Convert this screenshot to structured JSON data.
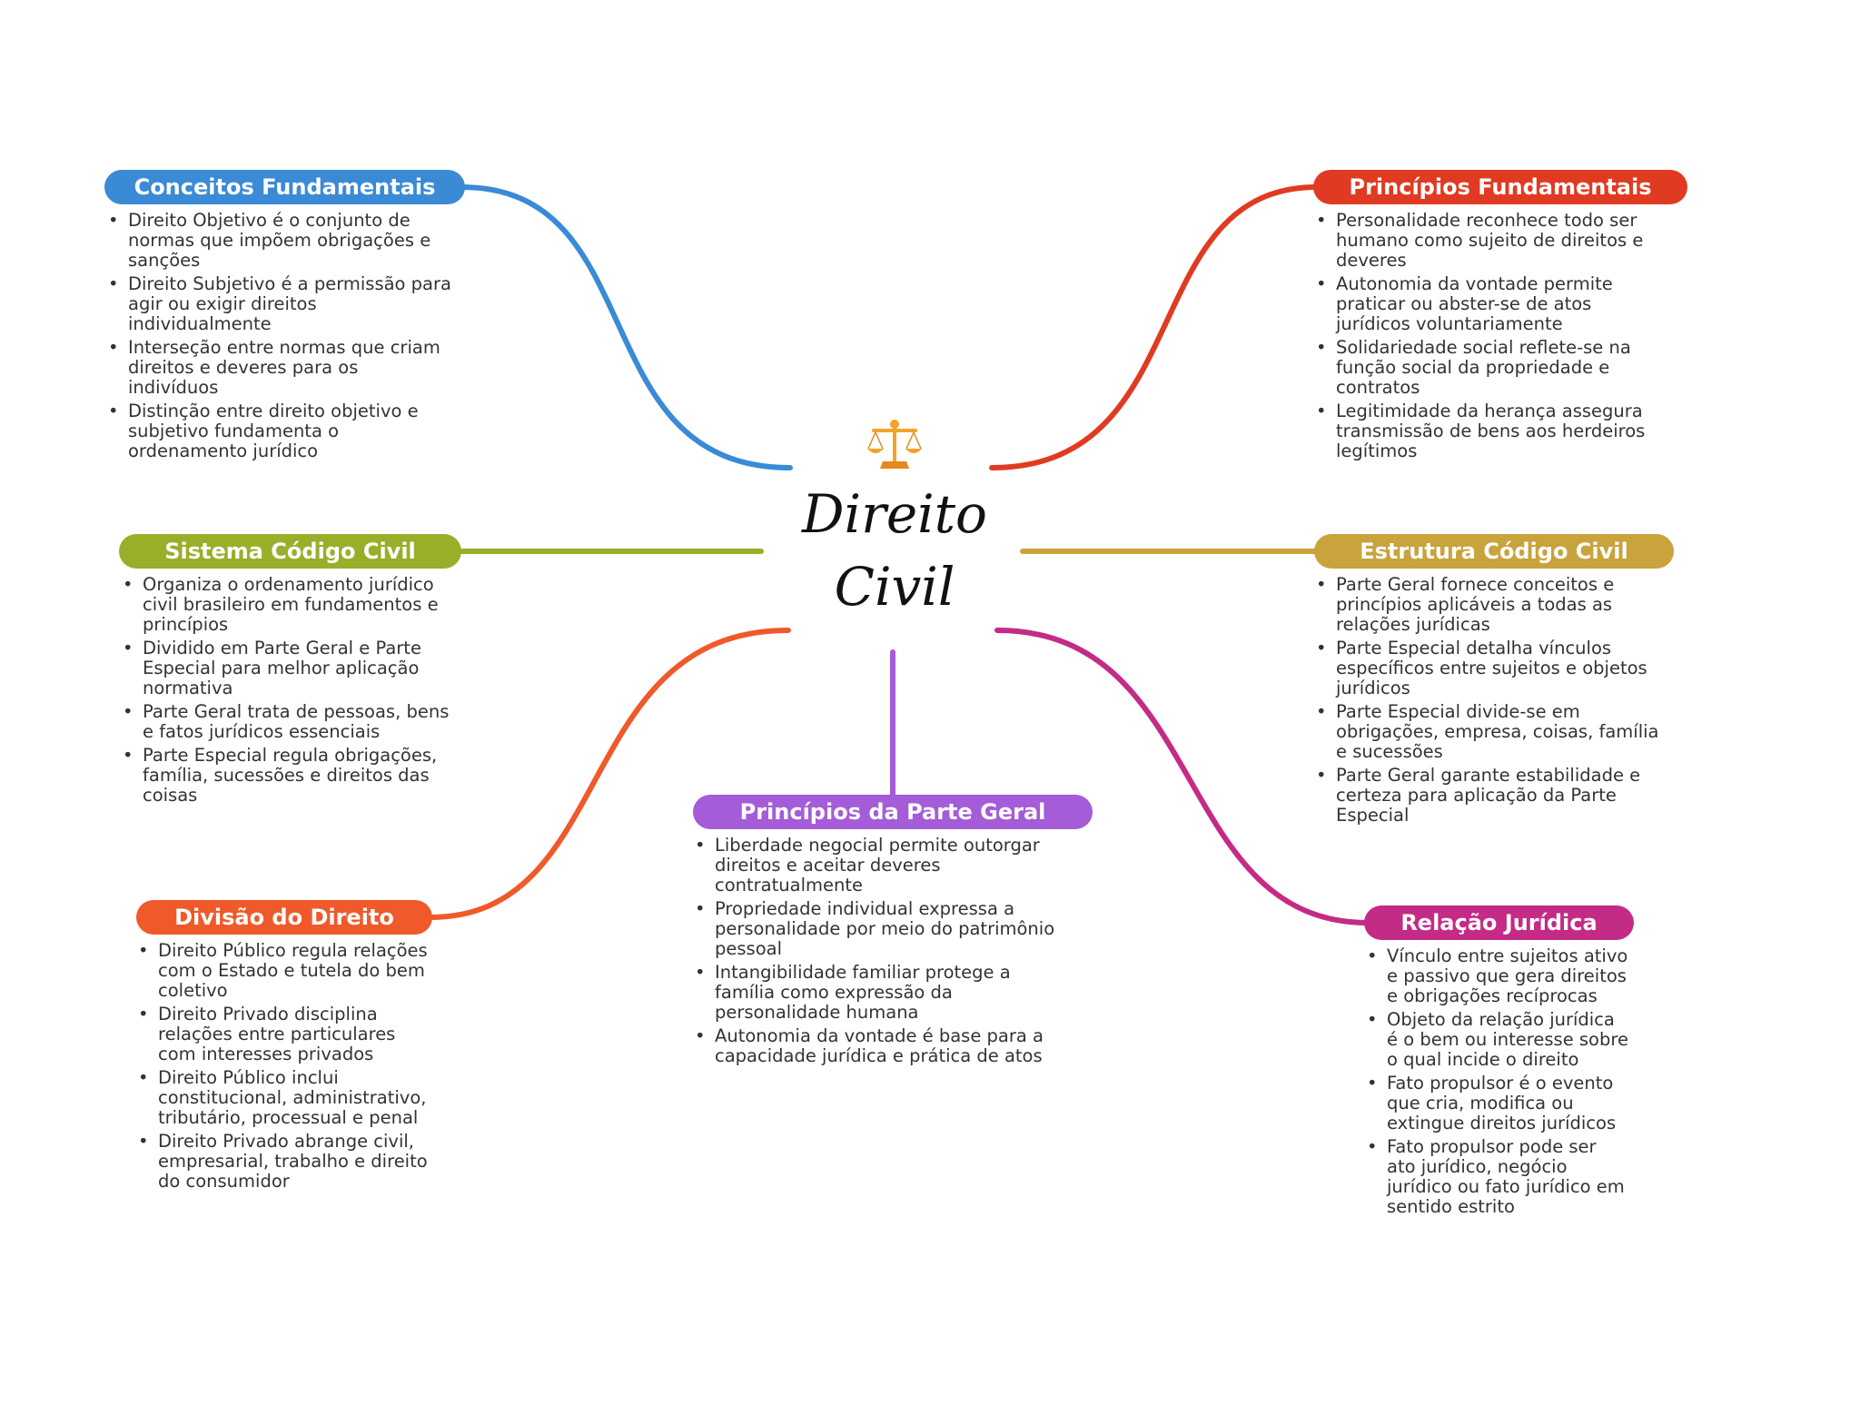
{
  "center": {
    "title_line1": "Direito",
    "title_line2": "Civil",
    "icon": "scales-icon"
  },
  "branches": [
    {
      "id": "conceitos",
      "title": "Conceitos Fundamentais",
      "color": "#3a8ad6",
      "items": [
        "Direito Objetivo é o conjunto de normas que impõem obrigações e sanções",
        "Direito Subjetivo é a permissão para agir ou exigir direitos individualmente",
        "Interseção entre normas que criam direitos e deveres para os indivíduos",
        "Distinção entre direito objetivo e subjetivo fundamenta o ordenamento jurídico"
      ]
    },
    {
      "id": "sistema",
      "title": "Sistema Código Civil",
      "color": "#9aae2a",
      "items": [
        "Organiza o ordenamento jurídico civil brasileiro em fundamentos e princípios",
        "Dividido em Parte Geral e Parte Especial para melhor aplicação normativa",
        "Parte Geral trata de pessoas, bens e fatos jurídicos essenciais",
        "Parte Especial regula obrigações, família, sucessões e direitos das coisas"
      ]
    },
    {
      "id": "divisao",
      "title": "Divisão do Direito",
      "color": "#f0592a",
      "items": [
        "Direito Público regula relações com o Estado e tutela do bem coletivo",
        "Direito Privado disciplina relações entre particulares com interesses privados",
        "Direito Público inclui constitucional, administrativo, tributário, processual e penal",
        "Direito Privado abrange civil, empresarial, trabalho e direito do consumidor"
      ]
    },
    {
      "id": "parte_geral",
      "title": "Princípios da Parte Geral",
      "color": "#a45cd8",
      "items": [
        "Liberdade negocial permite outorgar direitos e aceitar deveres contratualmente",
        "Propriedade individual expressa a personalidade por meio do patrimônio pessoal",
        "Intangibilidade familiar protege a família como expressão da personalidade humana",
        "Autonomia da vontade é base para a capacidade jurídica e prática de atos"
      ]
    },
    {
      "id": "principios",
      "title": "Princípios Fundamentais",
      "color": "#e03b22",
      "items": [
        "Personalidade reconhece todo ser humano como sujeito de direitos e deveres",
        "Autonomia da vontade permite praticar ou abster-se de atos jurídicos voluntariamente",
        "Solidariedade social reflete-se na função social da propriedade e contratos",
        "Legitimidade da herança assegura transmissão de bens aos herdeiros legítimos"
      ]
    },
    {
      "id": "estrutura",
      "title": "Estrutura Código Civil",
      "color": "#c9a33b",
      "items": [
        "Parte Geral fornece conceitos e princípios aplicáveis a todas as relações jurídicas",
        "Parte Especial detalha vínculos específicos entre sujeitos e objetos jurídicos",
        "Parte Especial divide-se em obrigações, empresa, coisas, família e sucessões",
        "Parte Geral garante estabilidade e certeza para aplicação da Parte Especial"
      ]
    },
    {
      "id": "relacao",
      "title": "Relação Jurídica",
      "color": "#c42b86",
      "items": [
        "Vínculo entre sujeitos ativo e passivo que gera direitos e obrigações recíprocas",
        "Objeto da relação jurídica é o bem ou interesse sobre o qual incide o direito",
        "Fato propulsor é o evento que cria, modifica ou extingue direitos jurídicos",
        "Fato propulsor pode ser ato jurídico, negócio jurídico ou fato jurídico em sentido estrito"
      ]
    }
  ]
}
